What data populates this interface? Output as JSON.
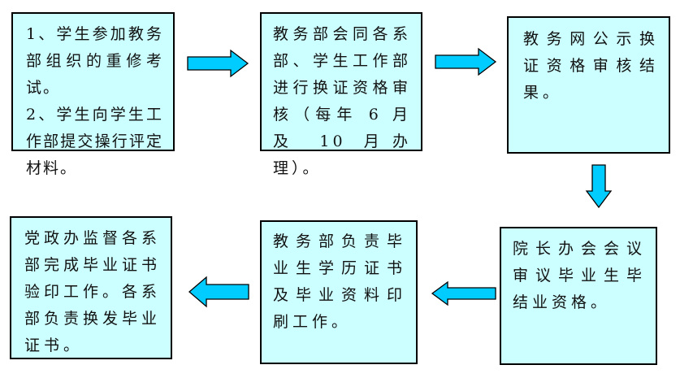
{
  "diagram": {
    "type": "flowchart",
    "colors": {
      "box_fill": "#ccffff",
      "box_border": "#000000",
      "arrow_fill": "#00ccff",
      "arrow_stroke": "#000000"
    },
    "steps": [
      {
        "id": "step1",
        "lines": [
          "1、学生参加教务部组织的重修考试。",
          "2、学生向学生工作部提交操行评定材料。"
        ]
      },
      {
        "id": "step2",
        "lines": [
          "教务部会同各系部、学生工作部进行换证资格审核（每年 6 月及 10 月办理）。"
        ]
      },
      {
        "id": "step3",
        "lines": [
          "教务网公示换证资格审核结果。"
        ]
      },
      {
        "id": "step4",
        "lines": [
          "院长办会会议审议毕业生毕结业资格。"
        ]
      },
      {
        "id": "step5",
        "lines": [
          "教务部负责毕业生学历证书及毕业资料印刷工作。"
        ]
      },
      {
        "id": "step6",
        "lines": [
          "党政办监督各系部完成毕业证书验印工作。各系部负责换发毕业证书。"
        ]
      }
    ],
    "connections": [
      {
        "from": "step1",
        "to": "step2",
        "direction": "right"
      },
      {
        "from": "step2",
        "to": "step3",
        "direction": "right"
      },
      {
        "from": "step3",
        "to": "step4",
        "direction": "down"
      },
      {
        "from": "step4",
        "to": "step5",
        "direction": "left"
      },
      {
        "from": "step5",
        "to": "step6",
        "direction": "left"
      }
    ]
  }
}
